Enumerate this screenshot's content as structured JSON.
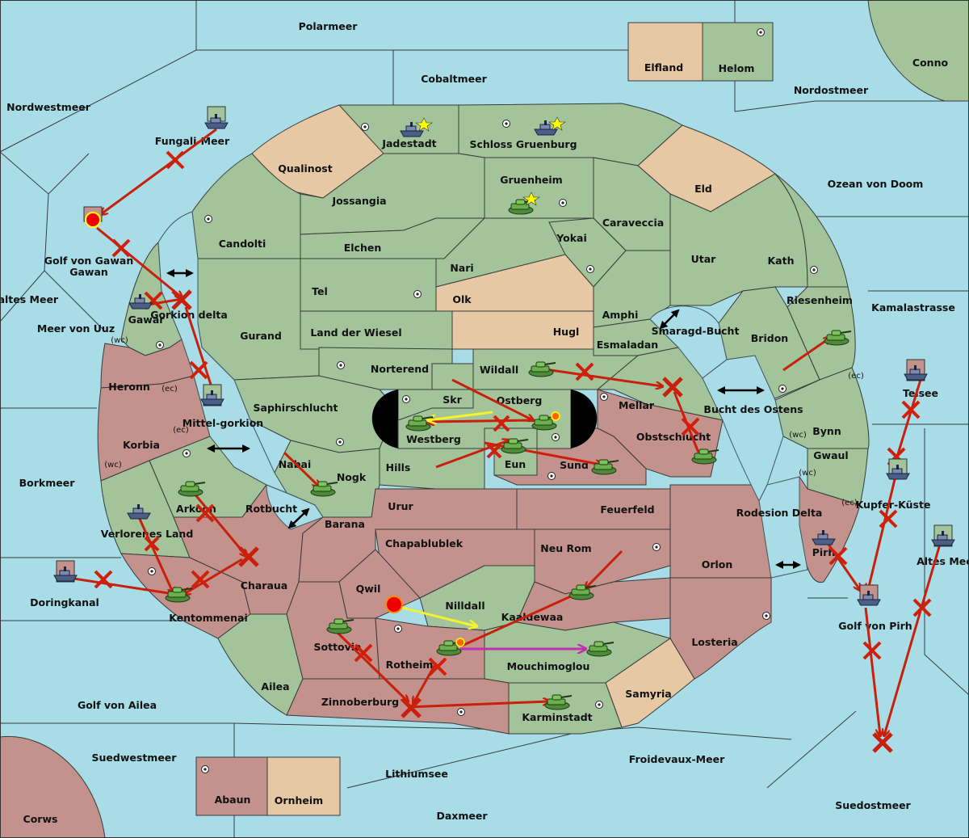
{
  "map": {
    "regions": [
      "Polarmeer",
      "Cobaltmeer",
      "Elfland",
      "Helom",
      "Conno",
      "Nordwestmeer",
      "Nordostmeer",
      "Fungali-Meer",
      "Jadestadt",
      "Schloss Gruenburg",
      "Qualinost",
      "Gruenheim",
      "Eld",
      "Ozean von Doom",
      "Jossangia",
      "Caraveccia",
      "Candolti",
      "Elchen",
      "Yokai",
      "Nari",
      "Utar",
      "Kath",
      "Golf von Gawan",
      "Kaltes Meer",
      "Meer von Uuz",
      "Tel",
      "Olk",
      "Riesenheim",
      "Kamalastrasse",
      "Gawar",
      "Gorkion delta",
      "Gurand",
      "Land der Wiesel",
      "Hugl",
      "Amphi",
      "Smaragd-Bucht",
      "Esmaladan",
      "Bridon",
      "Heronn",
      "(wc)",
      "(ec)",
      "Norterend",
      "Wildall",
      "Teisee",
      "Mittel-gorkion",
      "Saphirschlucht",
      "Skr",
      "Ostberg",
      "Mellar",
      "Bucht des Ostens",
      "Korbia",
      "Westberg",
      "Obstschlucht",
      "Bynn",
      "Gwaul",
      "Borkmeer",
      "Nabai",
      "Hills",
      "Eun",
      "Sund",
      "Nogk",
      "Kupfer-Küste",
      "Arkoon",
      "Rotbucht",
      "Urur",
      "Feuerfeld",
      "Rodesion Delta",
      "Verlorenes Land",
      "Barana",
      "Chapablublek",
      "Neu Rom",
      "Orlon",
      "Pirh",
      "Altes Meer",
      "Doringkanal",
      "Qwil",
      "Charaua",
      "Nilldall",
      "Kentommenai",
      "Kaaldewaa",
      "Golf von Pirh",
      "Sottovia",
      "Rotheim",
      "Mouchimoglou",
      "Losteria",
      "Ailea",
      "Samyria",
      "Zinnoberburg",
      "Golf von Ailea",
      "Karminstadt",
      "Suedwestmeer",
      "Froidevaux-Meer",
      "Abaun",
      "Ornheim",
      "Lithiumsee",
      "Suedostmeer",
      "Corws",
      "Daxmeer"
    ],
    "colors": {
      "sea": "#a8dde8",
      "green_power": "#a3c49a",
      "red_power": "#c3928c",
      "neutral": "#e6c9a4",
      "order_arrow": "#c8200c",
      "support_yellow": "#f5f230",
      "move_purple": "#c030b0"
    },
    "units": [
      {
        "type": "fleet",
        "power": "green",
        "location": "Fungali-Meer"
      },
      {
        "type": "fleet",
        "power": "red",
        "location": "Golf von Gawan",
        "dislodged": true
      },
      {
        "type": "fleet",
        "power": "green",
        "location": "Jadestadt",
        "star": true
      },
      {
        "type": "fleet",
        "power": "green",
        "location": "Schloss Gruenburg",
        "star": true
      },
      {
        "type": "army",
        "power": "green",
        "location": "Gruenheim",
        "star": true
      },
      {
        "type": "fleet",
        "power": "green",
        "location": "Gawar"
      },
      {
        "type": "fleet",
        "power": "green",
        "location": "Mittel-gorkion"
      },
      {
        "type": "army",
        "power": "green",
        "location": "Riesenheim"
      },
      {
        "type": "army",
        "power": "green",
        "location": "Wildall"
      },
      {
        "type": "army",
        "power": "green",
        "location": "Westberg"
      },
      {
        "type": "army",
        "power": "green",
        "location": "Ostberg"
      },
      {
        "type": "army",
        "power": "green",
        "location": "Eun"
      },
      {
        "type": "army",
        "power": "green",
        "location": "Sund"
      },
      {
        "type": "army",
        "power": "green",
        "location": "Nogk"
      },
      {
        "type": "army",
        "power": "green",
        "location": "Obstschlucht"
      },
      {
        "type": "fleet",
        "power": "red",
        "location": "Teisee"
      },
      {
        "type": "fleet",
        "power": "green",
        "location": "Kupfer-Küste"
      },
      {
        "type": "army",
        "power": "green",
        "location": "Arkoon"
      },
      {
        "type": "fleet",
        "power": "green",
        "location": "Verlorenes Land"
      },
      {
        "type": "fleet",
        "power": "green",
        "location": "Pirh"
      },
      {
        "type": "fleet",
        "power": "green",
        "location": "Altes Meer"
      },
      {
        "type": "fleet",
        "power": "red",
        "location": "Doringkanal"
      },
      {
        "type": "army",
        "power": "green",
        "location": "Kentommenai"
      },
      {
        "type": "army",
        "power": "green",
        "location": "Kaaldewaa"
      },
      {
        "type": "fleet",
        "power": "red",
        "location": "Golf von Pirh"
      },
      {
        "type": "army",
        "power": "green",
        "location": "Sottovia"
      },
      {
        "type": "army",
        "power": "green",
        "location": "Rotheim"
      },
      {
        "type": "army",
        "power": "green",
        "location": "Mouchimoglou"
      },
      {
        "type": "army",
        "power": "green",
        "location": "Karminstadt"
      }
    ]
  }
}
